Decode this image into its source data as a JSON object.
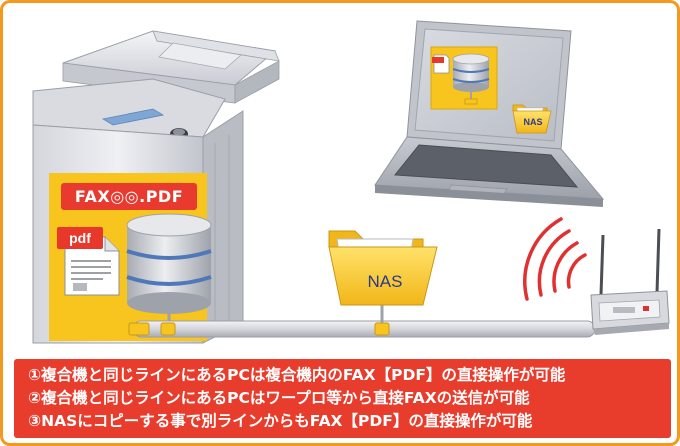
{
  "diagram": {
    "fax_file_label": "FAX◎◎.PDF",
    "pdf_icon_label": "pdf",
    "nas_label": "NAS",
    "laptop_nas_label": "NAS",
    "notes": [
      "①複合機と同じラインにあるPCは複合機内のFAX【PDF】の直接操作が可能",
      "②複合機と同じラインにあるPCはワープロ等から直接FAXの送信が可能",
      "③NASにコピーする事で別ラインからもFAX【PDF】の直接操作が可能"
    ]
  },
  "colors": {
    "frame_border": "#f39a1e",
    "highlight_yellow": "#f7c51e",
    "note_background": "#e83c2c",
    "pdf_red": "#e8382b",
    "wireless_red": "#e03030"
  }
}
